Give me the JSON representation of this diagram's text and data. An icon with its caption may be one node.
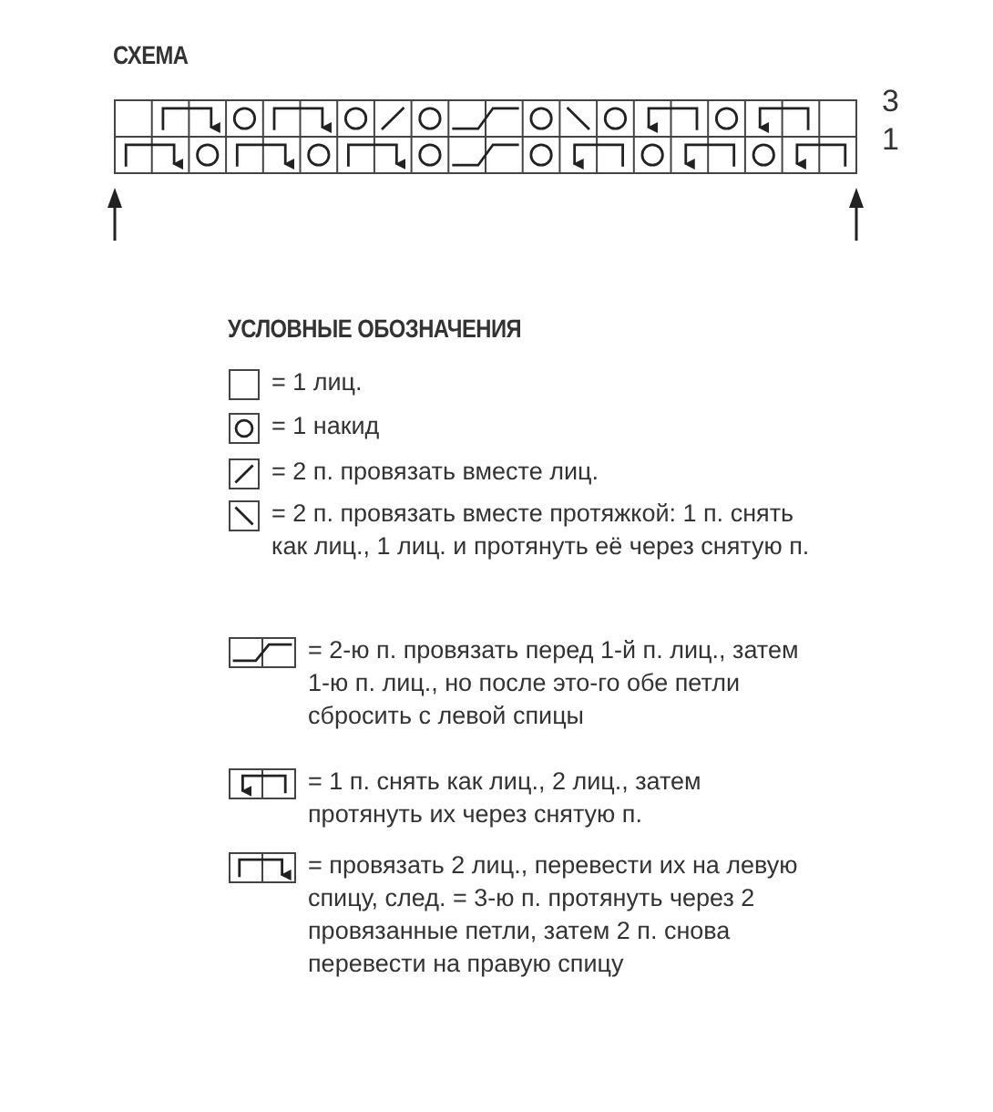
{
  "diagram": {
    "title": "СХЕМА",
    "labels": [
      "3",
      "1",
      "УСЛОВНЫЕ ОБОЗНАЧЕНИЯ"
    ],
    "legend": [
      {
        "text": "= 1 лиц."
      },
      {
        "text": "= 1 накид"
      },
      {
        "text": "= 2 п. провязать вместе лиц."
      },
      {
        "text": "= 2 п. провязать вместе протяжкой: 1 п. снять как лиц., 1 лиц. и протянуть её через снятую п."
      },
      {
        "text": "= 2-ю п. провязать перед 1-й п. лиц., затем 1-ю п. лиц., но после это-го обе петли сбросить с левой спицы"
      },
      {
        "text": "= 1 п. снять как лиц., 2 лиц., затем протянуть их через снятую п."
      },
      {
        "text": "= провязать 2 лиц., перевести их на левую спицу, след. = 3-ю п. протянуть через 2 провязанные петли, затем 2 п. снова перевести на правую спицу"
      }
    ]
  }
}
